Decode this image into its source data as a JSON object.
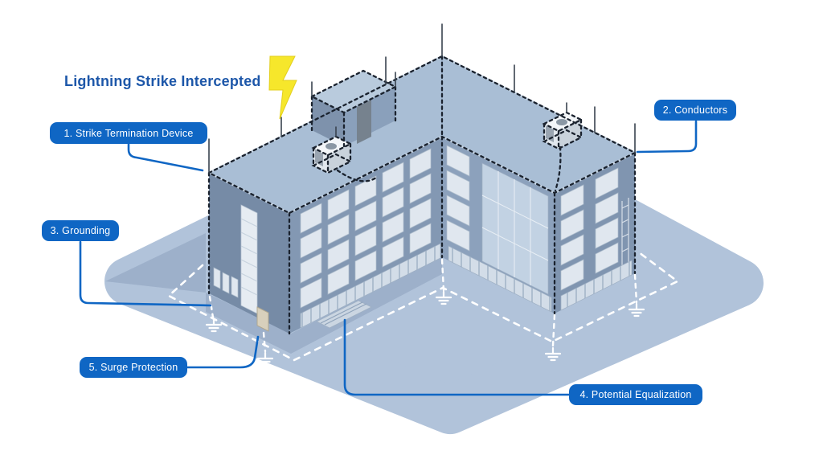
{
  "title": "Lightning Strike Intercepted",
  "callouts": {
    "strike_termination_device": {
      "label": "1. Strike Termination Device"
    },
    "conductors": {
      "label": "2. Conductors"
    },
    "grounding": {
      "label": "3. Grounding"
    },
    "potential_equalization": {
      "label": "4. Potential Equalization"
    },
    "surge_protection": {
      "label": "5. Surge Protection"
    }
  },
  "colors": {
    "accent_blue": "#0f66c4",
    "title_blue": "#1d57a9",
    "lightning_yellow": "#f6e72b",
    "ground_plane": "#b1c3da",
    "ground_shadow": "#9db0ca",
    "roof": "#a9bed5",
    "facade_front": "#8398b3",
    "facade_wing_front": "#8ca1bc",
    "facade_wing_side": "#8095b0",
    "facade_west": "#768ba6",
    "window": "#e0e7ef",
    "conductor_dark": "#1a222e",
    "grounding_ring_white": "#ffffff",
    "hvac_white": "#f3f6f9",
    "surge_device_beige": "#d8d0bc"
  },
  "icons": {
    "lightning_bolt": "yellow-zigzag-bolt",
    "earth_ground": "three-bar-earth-symbol",
    "air_terminal": "thin-vertical-rod"
  }
}
